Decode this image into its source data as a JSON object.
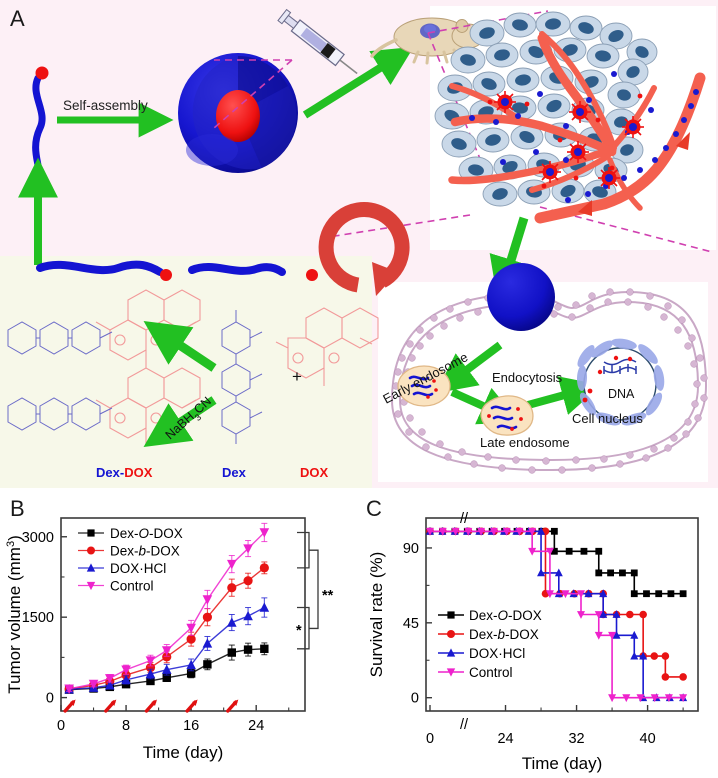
{
  "figure": {
    "panels": [
      {
        "letter": "A",
        "name": "schematic"
      },
      {
        "letter": "B",
        "name": "tumor-volume-chart"
      },
      {
        "letter": "C",
        "name": "survival-chart"
      }
    ]
  },
  "schematic": {
    "self_assembly_label": "Self-assembly",
    "reagent_label": "NaBH3CN",
    "plus_sign": "+",
    "chem_labels": {
      "dex_dox": {
        "pre": "Dex-",
        "post": "DOX"
      },
      "dex": "Dex",
      "dox": "DOX"
    },
    "cell_labels": {
      "endocytosis": "Endocytosis",
      "early_endosome": "Early endosome",
      "late_endosome": "Late endosome",
      "dna": "DNA",
      "cell_nucleus": "Cell  nucleus"
    },
    "colors": {
      "background_pink": "#fdf0f6",
      "background_cream": "#f7f8e9",
      "arrow_green": "#22c022",
      "polymer_blue": "#1414d2",
      "dox_red": "#ee1111",
      "vessel_red": "#f4604f",
      "tumor_cell_fill": "#c9d8e8",
      "tumor_nucleus": "#2f5d8a",
      "membrane_purple": "#c9a8c6",
      "dashed_magenta": "#d040b0",
      "mouse_body": "#e8d7b8"
    }
  },
  "chart_data": [
    {
      "type": "line",
      "panel": "B",
      "title": "",
      "xlabel": "Time (day)",
      "ylabel": "Tumor volume (mm3)",
      "ylabel_main": "Tumor volume (mm",
      "ylabel_sup": "3",
      "ylabel_end": ")",
      "xlim": [
        0,
        30
      ],
      "ylim": [
        -250,
        3350
      ],
      "xticks": [
        0,
        8,
        16,
        24
      ],
      "xticks_minor": [
        4,
        12,
        20,
        28
      ],
      "yticks": [
        0,
        1500,
        3000
      ],
      "yticks_minor": [
        750,
        2250
      ],
      "x": [
        1,
        4,
        6,
        8,
        11,
        13,
        16,
        18,
        21,
        23,
        25
      ],
      "series": [
        {
          "name": "Dex-O-DOX",
          "name_pre": "Dex-",
          "name_italic": "O",
          "name_post": "-DOX",
          "color": "#000000",
          "marker": "square",
          "values": [
            148,
            170,
            200,
            250,
            310,
            370,
            450,
            620,
            840,
            895,
            910
          ],
          "errors": [
            40,
            45,
            50,
            55,
            60,
            70,
            80,
            100,
            140,
            120,
            110
          ]
        },
        {
          "name": "Dex-b-DOX",
          "name_pre": "Dex-",
          "name_italic": "b",
          "name_post": "-DOX",
          "color": "#e81414",
          "marker": "circle",
          "values": [
            160,
            230,
            300,
            420,
            560,
            760,
            1090,
            1500,
            2050,
            2180,
            2420
          ],
          "errors": [
            45,
            50,
            60,
            80,
            95,
            110,
            130,
            160,
            160,
            140,
            110
          ]
        },
        {
          "name": "DOX·HCl",
          "name_pre": "DOX·HCl",
          "name_italic": "",
          "name_post": "",
          "color": "#1a1ad0",
          "marker": "triangle-up",
          "values": [
            155,
            185,
            230,
            330,
            440,
            520,
            610,
            1010,
            1400,
            1520,
            1680
          ],
          "errors": [
            45,
            50,
            60,
            75,
            90,
            100,
            110,
            130,
            150,
            160,
            180
          ]
        },
        {
          "name": "Control",
          "name_pre": "Control",
          "name_italic": "",
          "name_post": "",
          "color": "#ee22cc",
          "marker": "triangle-down",
          "values": [
            165,
            255,
            360,
            520,
            690,
            880,
            1300,
            1830,
            2490,
            2780,
            3080
          ],
          "errors": [
            50,
            55,
            70,
            85,
            100,
            110,
            140,
            170,
            160,
            150,
            170
          ]
        }
      ],
      "injection_arrows_days": [
        1,
        6,
        11,
        16,
        21
      ],
      "significance": [
        {
          "label": "**",
          "name": "sig-double-star"
        },
        {
          "label": "*",
          "name": "sig-single-star"
        }
      ]
    },
    {
      "type": "line",
      "panel": "C",
      "title": "",
      "xlabel": "Time (day)",
      "ylabel": "Survival rate (%)",
      "xlim": [
        0,
        45
      ],
      "ylim": [
        -8,
        108
      ],
      "xticks": [
        0,
        24,
        32,
        40
      ],
      "xticks_minor": [
        28,
        36,
        44
      ],
      "yticks": [
        0,
        45,
        90
      ],
      "yticks_minor": [
        22.5,
        67.5
      ],
      "axis_break": true,
      "axis_break_label": "//",
      "series": [
        {
          "name": "Dex-O-DOX",
          "name_pre": "Dex-",
          "name_italic": "O",
          "name_post": "-DOX",
          "color": "#000000",
          "marker": "square",
          "steps": [
            [
              0,
              100
            ],
            [
              29.5,
              100
            ],
            [
              29.5,
              88
            ],
            [
              34.5,
              88
            ],
            [
              34.5,
              75
            ],
            [
              38.5,
              75
            ],
            [
              38.5,
              62.5
            ],
            [
              44,
              62.5
            ]
          ],
          "points_x": [
            0.5,
            1,
            1.5,
            2,
            2.5,
            3,
            24,
            25.5,
            27,
            28.5,
            29.5,
            30.5,
            32,
            33.5,
            34.5,
            36,
            37,
            38,
            39.5,
            41,
            42.5,
            44
          ],
          "final_value": 62.5
        },
        {
          "name": "Dex-b-DOX",
          "name_pre": "Dex-",
          "name_italic": "b",
          "name_post": "-DOX",
          "color": "#e81414",
          "marker": "circle",
          "steps": [
            [
              0,
              100
            ],
            [
              28.5,
              100
            ],
            [
              28.5,
              62.5
            ],
            [
              35,
              62.5
            ],
            [
              35,
              50
            ],
            [
              39.5,
              50
            ],
            [
              39.5,
              25
            ],
            [
              42,
              25
            ],
            [
              42,
              12.5
            ],
            [
              44,
              12.5
            ]
          ],
          "final_value": 12.5
        },
        {
          "name": "DOX·HCl",
          "name_pre": "DOX·HCl",
          "name_italic": "",
          "name_post": "",
          "color": "#1a1ad0",
          "marker": "triangle-up",
          "steps": [
            [
              0,
              100
            ],
            [
              28,
              100
            ],
            [
              28,
              75
            ],
            [
              30,
              75
            ],
            [
              30,
              62.5
            ],
            [
              35,
              62.5
            ],
            [
              35,
              50
            ],
            [
              36.5,
              50
            ],
            [
              36.5,
              37.5
            ],
            [
              38.5,
              37.5
            ],
            [
              38.5,
              25
            ],
            [
              39.5,
              25
            ],
            [
              39.5,
              0
            ],
            [
              44,
              0
            ]
          ],
          "final_value": 0
        },
        {
          "name": "Control",
          "name_pre": "Control",
          "name_italic": "",
          "name_post": "",
          "color": "#ee22cc",
          "marker": "triangle-down",
          "steps": [
            [
              0,
              100
            ],
            [
              27,
              100
            ],
            [
              27,
              88
            ],
            [
              29,
              88
            ],
            [
              29,
              62.5
            ],
            [
              32.5,
              62.5
            ],
            [
              32.5,
              50
            ],
            [
              34.5,
              50
            ],
            [
              34.5,
              37.5
            ],
            [
              36,
              37.5
            ],
            [
              36,
              0
            ],
            [
              44,
              0
            ]
          ],
          "final_value": 0
        }
      ]
    }
  ]
}
